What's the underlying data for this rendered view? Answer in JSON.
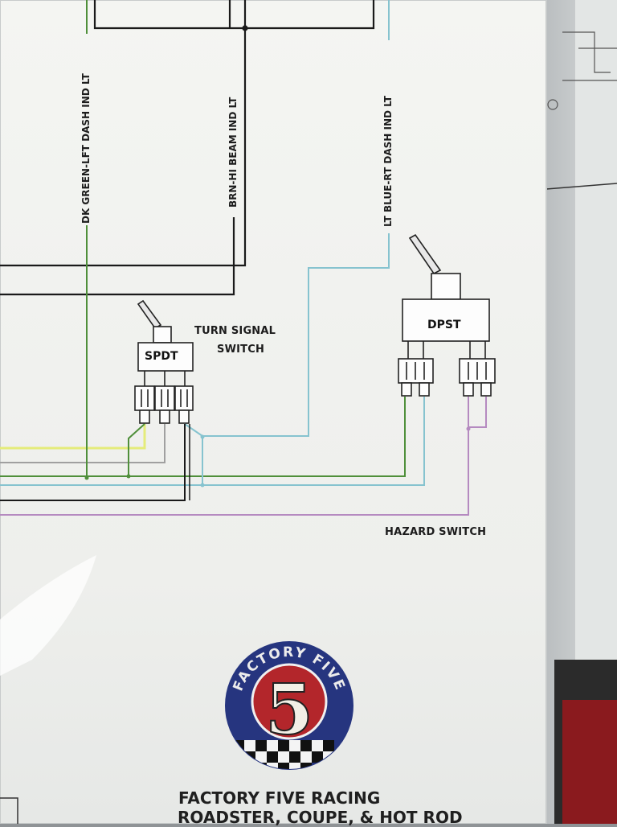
{
  "wire_labels": {
    "dk_green": "DK GREEN-LFT DASH IND LT",
    "brown": "BRN-HI BEAM IND LT",
    "lt_blue": "LT BLUE-RT DASH IND LT"
  },
  "turn_signal": {
    "switch_type": "SPDT",
    "label_line1": "TURN SIGNAL",
    "label_line2": "SWITCH"
  },
  "hazard": {
    "switch_type": "DPST",
    "label": "HAZARD SWITCH"
  },
  "logo": {
    "ring_text": "FACTORY FIVE",
    "numeral": "5"
  },
  "footer": {
    "line1": "FACTORY FIVE RACING",
    "line2": "ROADSTER, COUPE, & HOT ROD"
  },
  "colors": {
    "dk_green": "#4f8f3a",
    "lt_blue": "#86c3cf",
    "yellow": "#e5ec7a",
    "purple": "#b58ac0",
    "black": "#1a1a1a",
    "gray": "#a0a0a0",
    "logo_blue": "#26357f",
    "logo_red": "#b3262b"
  }
}
